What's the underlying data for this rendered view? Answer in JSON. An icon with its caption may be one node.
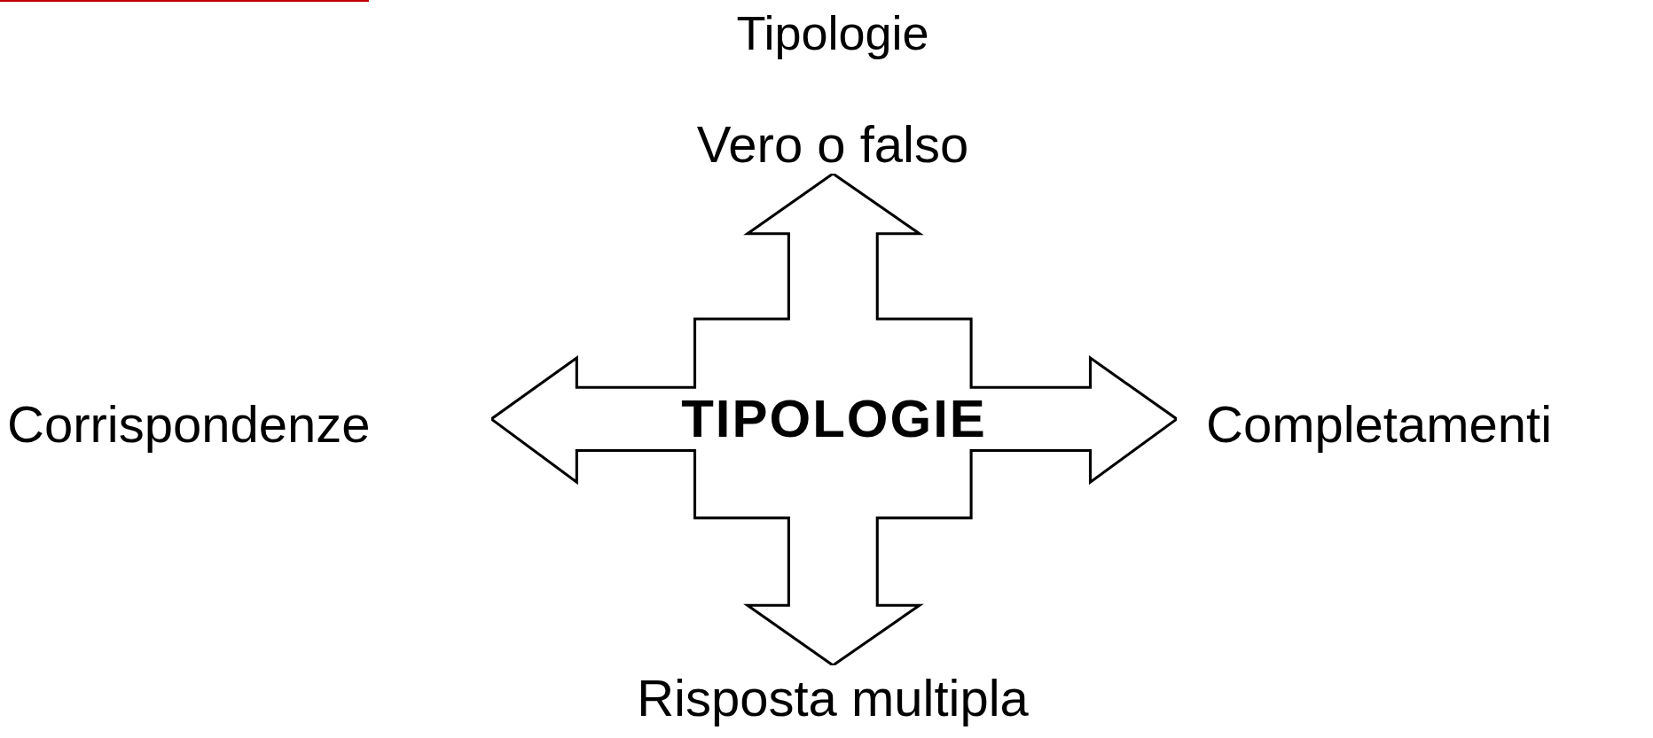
{
  "diagram": {
    "title": "Tipologie",
    "nodes": [
      {
        "text": [
          "TIPOLOGIE"
        ]
      }
    ],
    "labels": [
      "Vero o falso",
      "Corrispondenze",
      "Completamenti",
      "Risposta multipla"
    ]
  }
}
